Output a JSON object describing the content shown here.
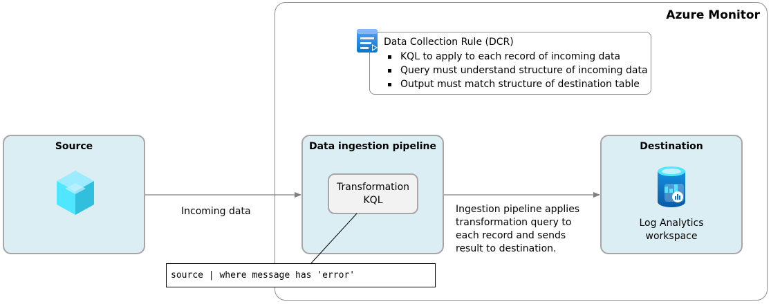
{
  "monitor": {
    "title": "Azure Monitor"
  },
  "dcr": {
    "icon": "data-collection-rule-icon",
    "title": "Data Collection Rule (DCR)",
    "items": [
      "KQL to apply to each record of incoming data",
      "Query must understand structure of incoming data",
      "Output must match structure of destination table"
    ]
  },
  "source": {
    "title": "Source",
    "icon": "cube-icon"
  },
  "pipeline": {
    "title": "Data ingestion pipeline",
    "transformation": {
      "line1": "Transformation",
      "line2": "KQL"
    },
    "description": [
      "Ingestion pipeline applies",
      "transformation query to",
      "each record and sends",
      "result to destination."
    ]
  },
  "destination": {
    "title": "Destination",
    "icon": "log-analytics-workspace-icon",
    "label": [
      "Log Analytics",
      "workspace"
    ]
  },
  "edges": {
    "incoming_label": "Incoming data"
  },
  "code": {
    "query": "source | where message has 'error'"
  },
  "colors": {
    "component_fill": "#dbeef4",
    "component_border": "#a6a6a6",
    "transformation_fill": "#f2f2f2",
    "container_border": "#8c8c8c",
    "azure_blue": "#0078d4",
    "cube_cyan": "#50e6ff"
  }
}
